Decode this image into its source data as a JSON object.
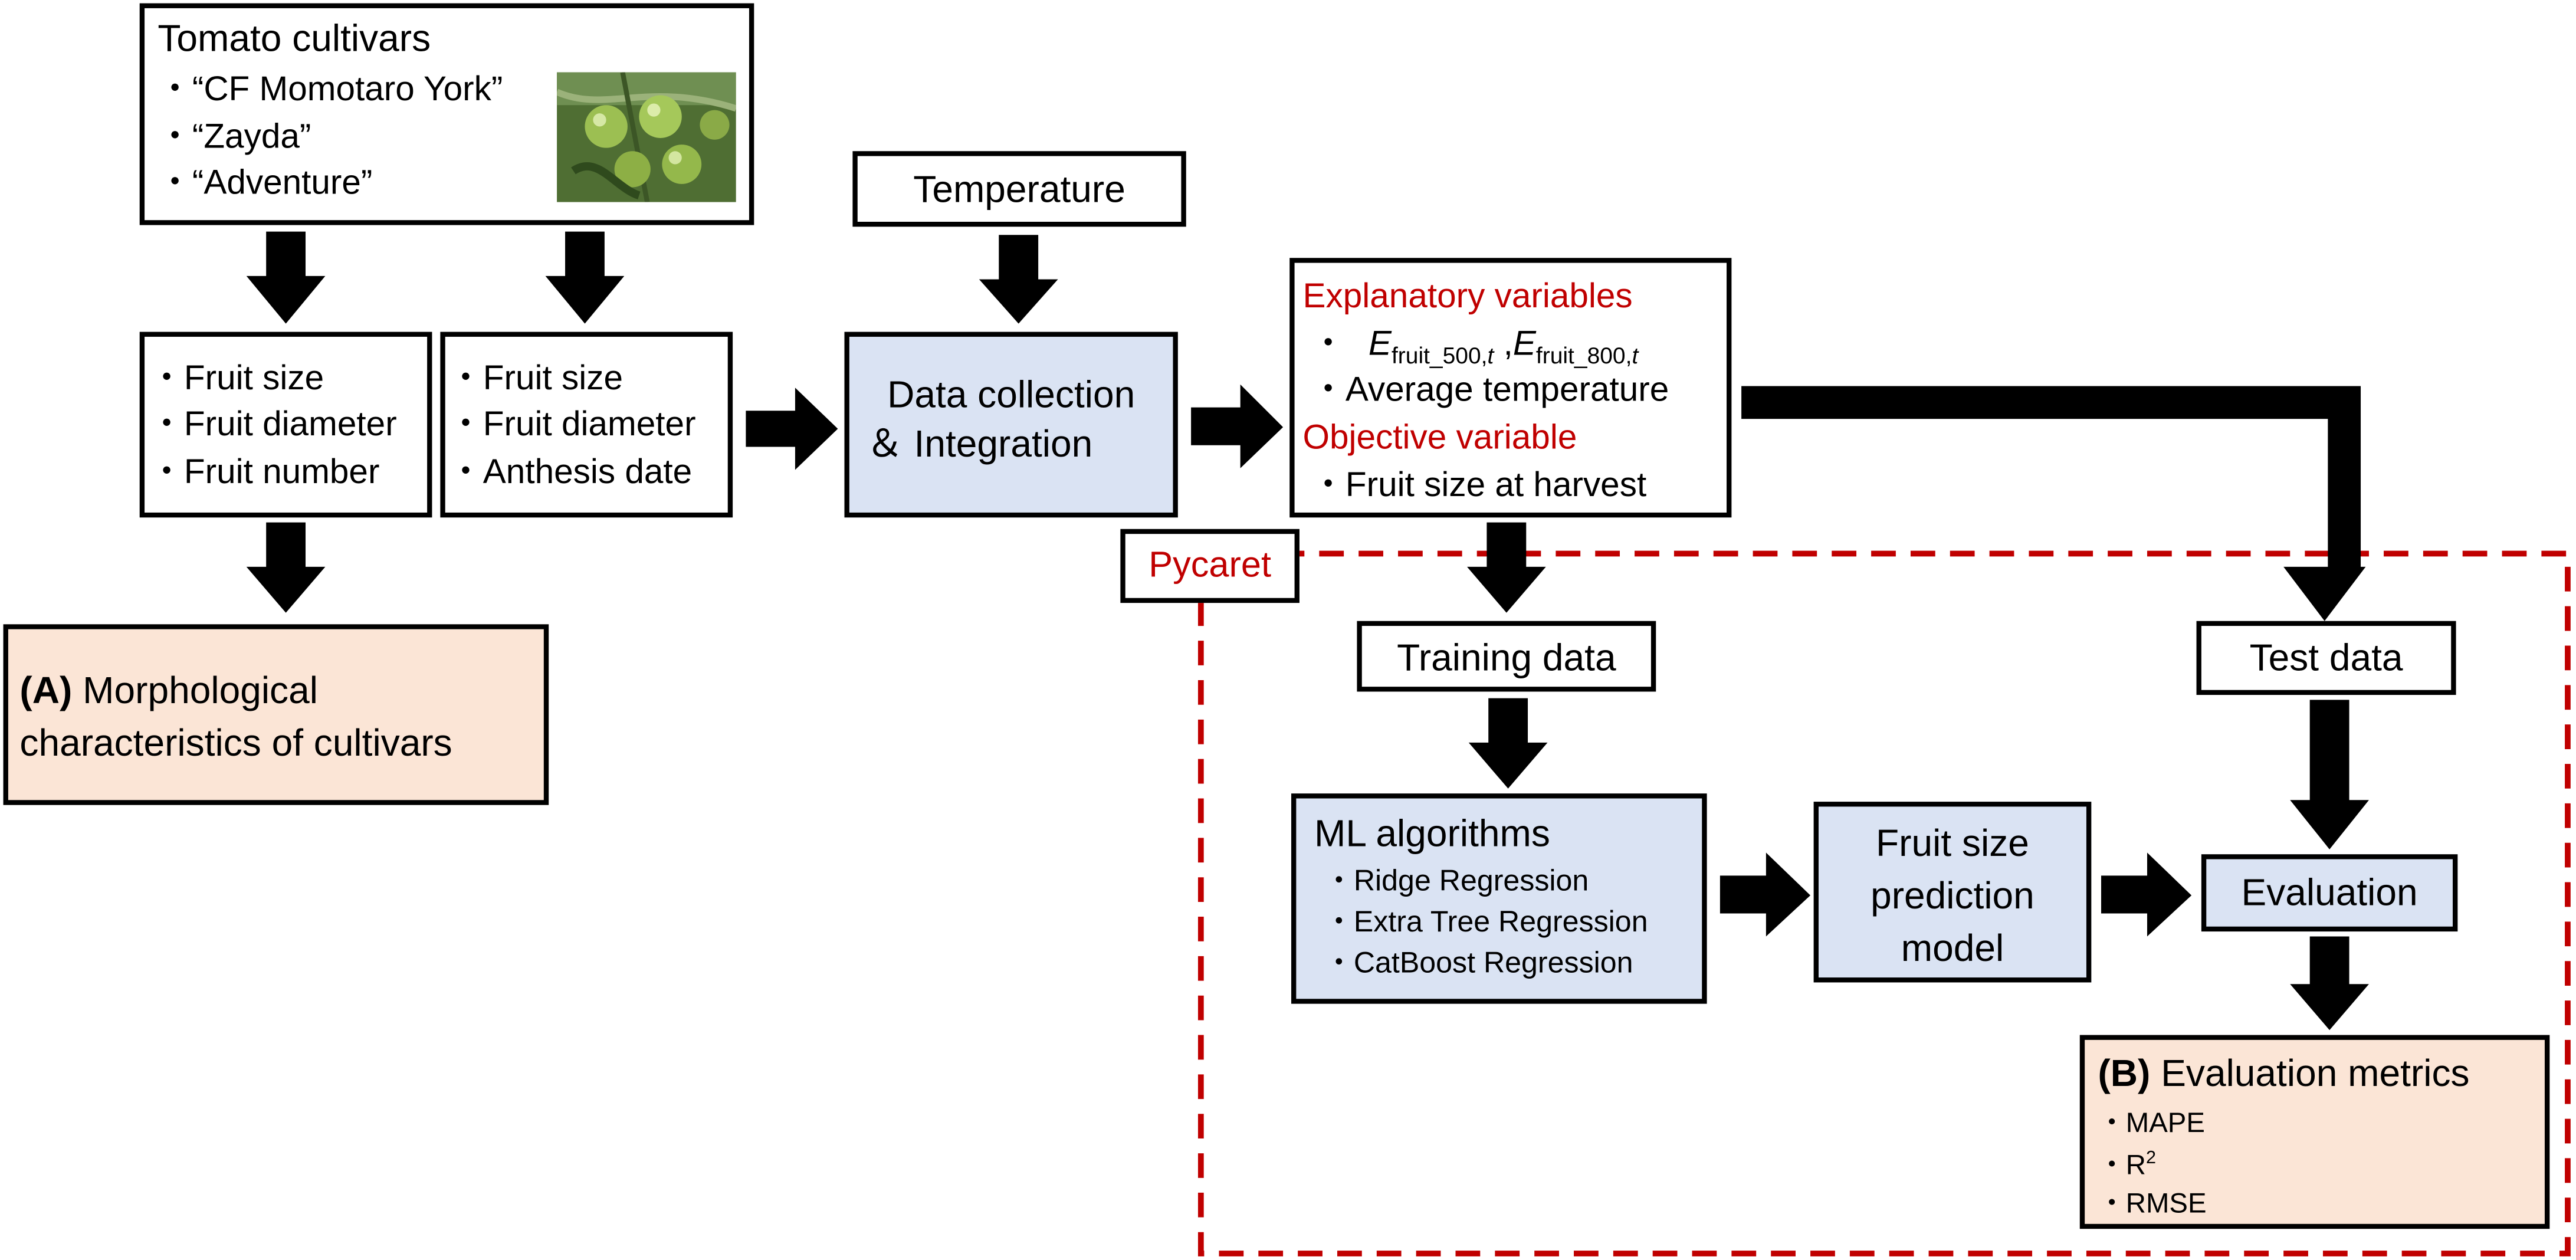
{
  "cultivars": {
    "title": "Tomato cultivars",
    "items": [
      "・“CF Momotaro York”",
      "・“Zayda”",
      "・“Adventure”"
    ]
  },
  "left_list": [
    "・Fruit size",
    "・Fruit diameter",
    "・Fruit number"
  ],
  "mid_list": [
    "・Fruit size",
    "・Fruit diameter",
    "・Anthesis date"
  ],
  "temperature": "Temperature",
  "data_collection": {
    "line1": "Data collection",
    "line2": "＆ Integration"
  },
  "variables": {
    "explanatory_title": "Explanatory variables",
    "e_bullet": "・",
    "e1_sym": "E",
    "e1_sub": "fruit_500,",
    "e1_t": "t",
    "comma": " ,",
    "e2_sym": "E",
    "e2_sub": "fruit_800,",
    "e2_t": "t",
    "avg_temp": "・Average temperature",
    "objective_title": "Objective variable",
    "harvest": "・Fruit size at harvest"
  },
  "morph": {
    "label_bold": "(A)",
    "line1": " Morphological",
    "line2": "characteristics of cultivars"
  },
  "pycaret": "Pycaret",
  "training": "Training data",
  "test": "Test data",
  "ml": {
    "title": "ML algorithms",
    "items": [
      "・Ridge Regression",
      "・Extra Tree Regression",
      "・CatBoost Regression"
    ]
  },
  "model": [
    "Fruit size",
    "prediction",
    "model"
  ],
  "evaluation": "Evaluation",
  "metrics": {
    "label_bold": "(B)",
    "title": " Evaluation metrics",
    "mape": "・MAPE",
    "r2": "・R",
    "r2_sup": "2",
    "rmse": "・RMSE"
  },
  "colors": {
    "blue_fill": "#dae3f3",
    "peach_fill": "#fbe5d6",
    "accent_red": "#c00000"
  }
}
